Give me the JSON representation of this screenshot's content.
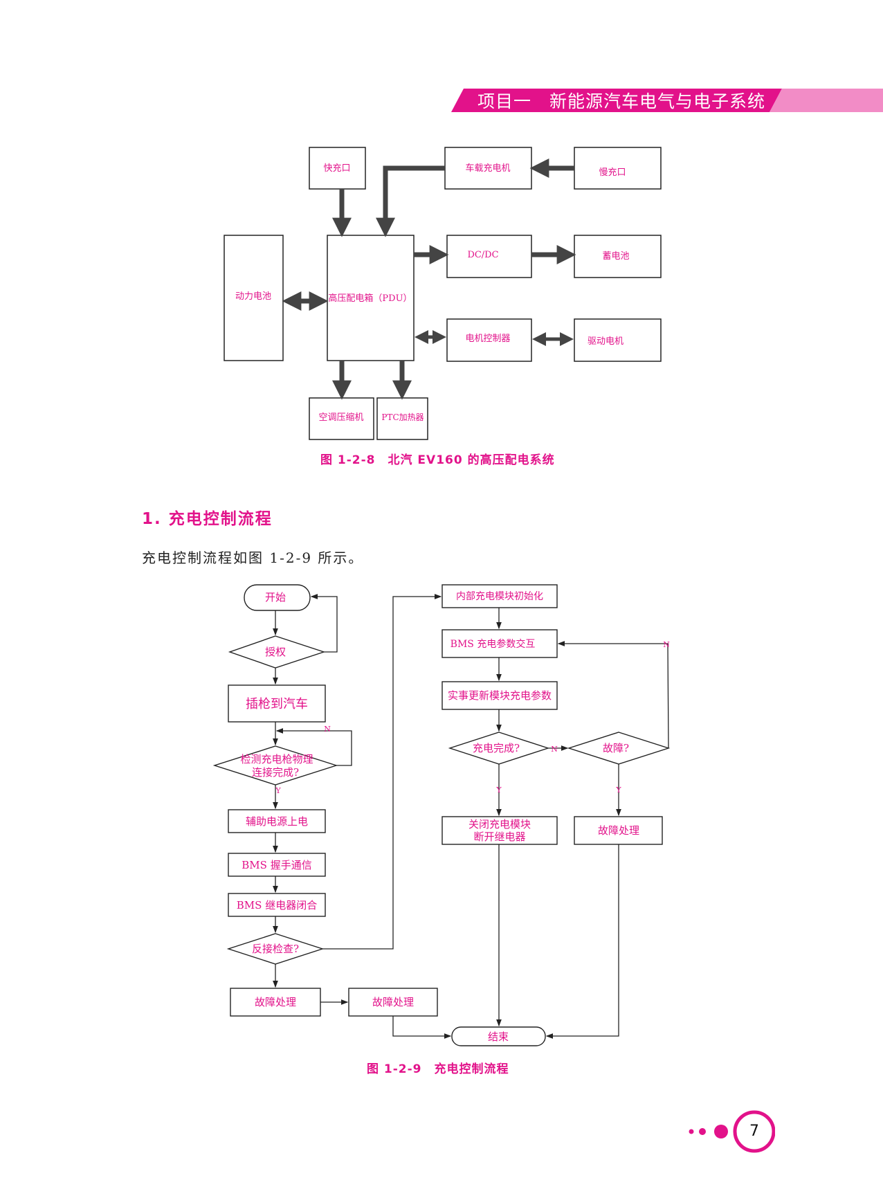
{
  "header": {
    "title": "项目一　新能源汽车电气与电子系统",
    "band_color": "#e2128a",
    "band_light_color": "#f28cc6"
  },
  "figure1": {
    "caption": "图 1-2-8　北汽 EV160 的高压配电系统",
    "nodes": {
      "fast_charge": "快充口",
      "onboard_charger": "车载充电机",
      "slow_charge": "慢充口",
      "power_battery": "动力电池",
      "pdu": "高压配电箱（PDU）",
      "dcdc": "DC/DC",
      "aux_battery": "蓄电池",
      "motor_controller": "电机控制器",
      "drive_motor": "驱动电机",
      "ac_compressor": "空调压缩机",
      "ptc_heater": "PTC加热器"
    }
  },
  "section": {
    "heading": "1. 充电控制流程",
    "body": "充电控制流程如图 1-2-9 所示。"
  },
  "figure2": {
    "caption": "图 1-2-9　充电控制流程",
    "nodes": {
      "start": "开始",
      "authorize": "授权",
      "plug_in": "插枪到汽车",
      "check_conn_1": "检测充电枪物理",
      "check_conn_2": "连接完成?",
      "aux_power": "辅助电源上电",
      "bms_handshake": "BMS 握手通信",
      "bms_relay": "BMS 继电器闭合",
      "reverse_check": "反接检查?",
      "fault_1": "故障处理",
      "fault_2": "故障处理",
      "init_module": "内部充电模块初始化",
      "bms_params": "BMS 充电参数交互",
      "update_params": "实事更新模块充电参数",
      "charge_done": "充电完成?",
      "fault_q": "故障?",
      "close_module_1": "关闭充电模块",
      "close_module_2": "断开继电器",
      "fault_3": "故障处理",
      "end": "结束",
      "y": "Y",
      "n": "N"
    }
  },
  "page": {
    "number": "7"
  }
}
